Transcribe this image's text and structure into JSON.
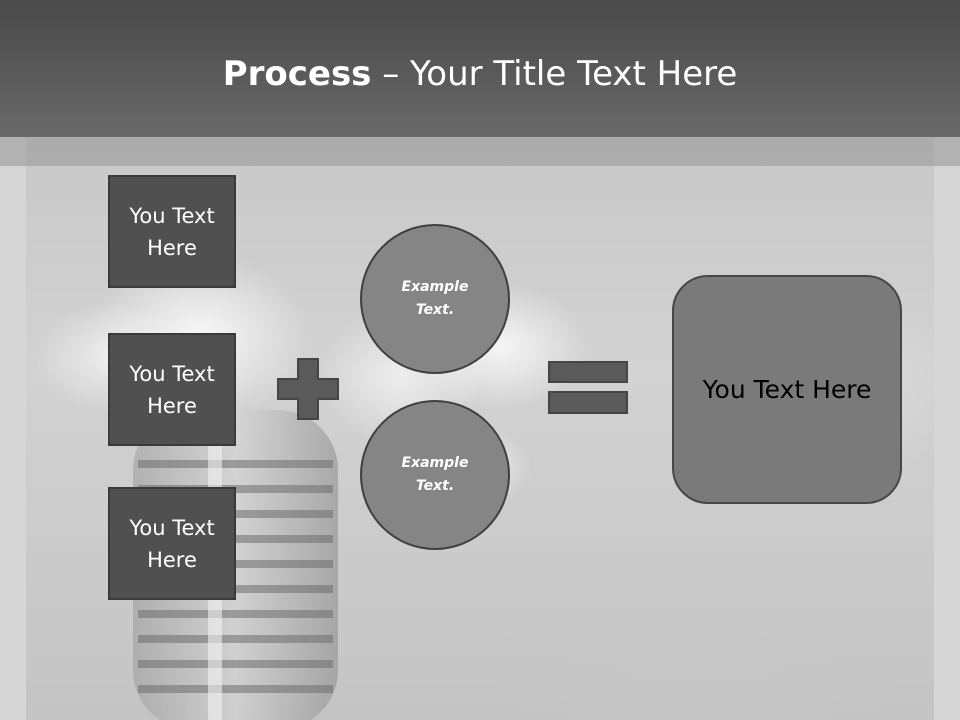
{
  "slide": {
    "title": {
      "bold": "Process",
      "rest": " – Your Title Text Here"
    },
    "left_boxes": [
      {
        "label": "You Text Here"
      },
      {
        "label": "You Text Here"
      },
      {
        "label": "You Text Here"
      }
    ],
    "circles": [
      {
        "label": "Example Text."
      },
      {
        "label": "Example Text."
      }
    ],
    "result": {
      "label": "You Text Here"
    },
    "operators": {
      "plus": "plus-icon",
      "equals": "equals-icon"
    }
  },
  "colors": {
    "header": "#5a5a5a",
    "box_fill": "#505050",
    "circle_fill": "#858585",
    "result_fill": "#7a7a7a",
    "operator_fill": "#5a5a5a"
  }
}
